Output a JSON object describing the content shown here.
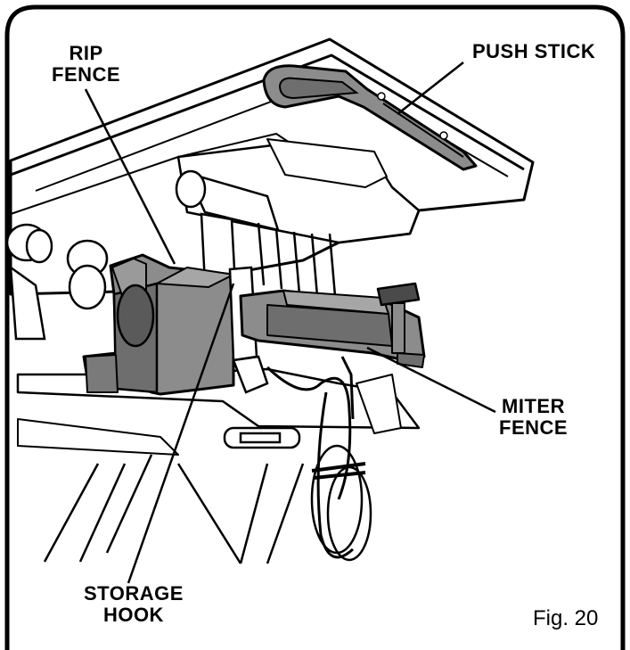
{
  "callouts": {
    "rip_fence": [
      "RIP",
      "FENCE"
    ],
    "push_stick": [
      "PUSH STICK"
    ],
    "miter_fence": [
      "MITER",
      "FENCE"
    ],
    "storage_hook": [
      "STORAGE",
      "HOOK"
    ]
  },
  "caption": "Fig. 20",
  "colors": {
    "outline": "#000000",
    "part_fill": "#8c8c8c",
    "part_dark": "#5a5a5a",
    "background": "#ffffff"
  }
}
